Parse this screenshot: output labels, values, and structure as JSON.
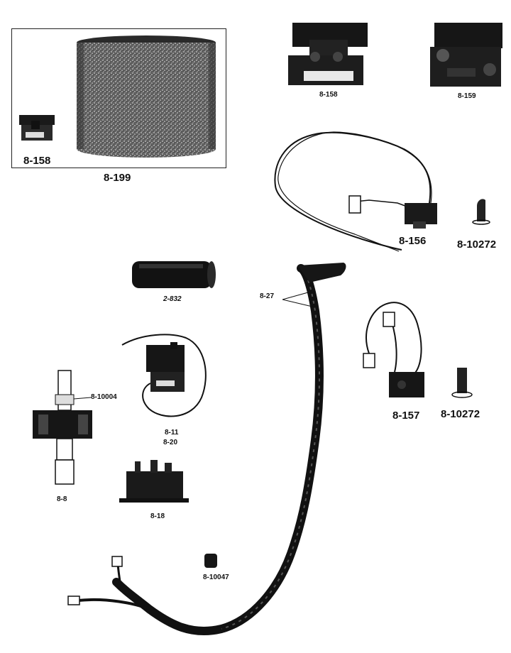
{
  "parts": [
    {
      "id": "filter-label",
      "label": "8-199"
    },
    {
      "id": "inset-switch-label",
      "label": "8-158"
    },
    {
      "id": "switch-top-label",
      "label": "8-158"
    },
    {
      "id": "switch-159-label",
      "label": "8-159"
    },
    {
      "id": "switch-156-label",
      "label": "8-156"
    },
    {
      "id": "grommet-top-label",
      "label": "8-10272"
    },
    {
      "id": "capacitor-label",
      "label": "2-832"
    },
    {
      "id": "cord-label",
      "label": "8-27"
    },
    {
      "id": "rotor-clip-label",
      "label": "8-10004"
    },
    {
      "id": "rotor-label",
      "label": "8-8"
    },
    {
      "id": "switch-11-label",
      "label": "8-11"
    },
    {
      "id": "switch-20-label",
      "label": "8-20"
    },
    {
      "id": "switch-157-label",
      "label": "8-157"
    },
    {
      "id": "grommet-bottom-label",
      "label": "8-10272"
    },
    {
      "id": "terminal-block-label",
      "label": "8-18"
    },
    {
      "id": "plug-label",
      "label": "8-10047"
    }
  ],
  "colors": {
    "ink": "#111111",
    "paper": "#ffffff"
  }
}
